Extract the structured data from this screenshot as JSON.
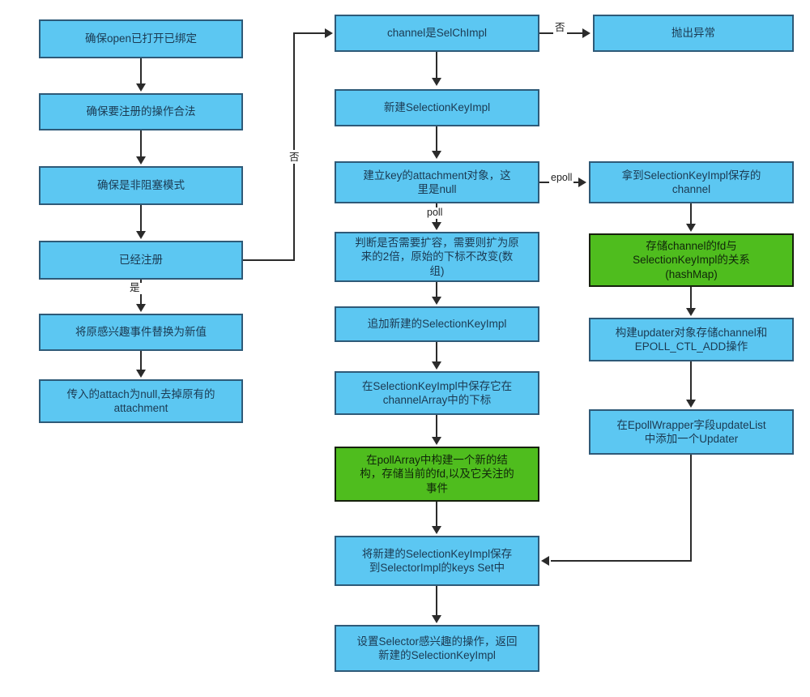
{
  "diagram": {
    "title": "NIO Channel register flowchart",
    "colors": {
      "box_blue_fill": "#5CC7F2",
      "box_blue_border": "#2E5A78",
      "box_green_fill": "#4FBD1E",
      "box_green_border": "#16210D",
      "connector": "#2B2B2B",
      "background": "#FFFFFF"
    },
    "left_column": [
      {
        "id": "ensure-open",
        "label": "确保open已打开已绑定",
        "color": "blue"
      },
      {
        "id": "ensure-op-valid",
        "label": "确保要注册的操作合法",
        "color": "blue"
      },
      {
        "id": "ensure-nonblocking",
        "label": "确保是非阻塞模式",
        "color": "blue"
      },
      {
        "id": "already-registered",
        "label": "已经注册",
        "color": "blue"
      },
      {
        "id": "replace-interest-ops",
        "label": "将原感兴趣事件替换为新值",
        "color": "blue"
      },
      {
        "id": "attach-null",
        "label": "传入的attach为null,去掉原有的\nattachment",
        "color": "blue"
      }
    ],
    "middle_column": [
      {
        "id": "channel-is-selchimpl",
        "label": "channel是SelChImpl",
        "color": "blue"
      },
      {
        "id": "new-selectionkeyimpl",
        "label": "新建SelectionKeyImpl",
        "color": "blue"
      },
      {
        "id": "build-attachment",
        "label": "建立key的attachment对象，这\n里是null",
        "color": "blue"
      },
      {
        "id": "grow-array",
        "label": "判断是否需要扩容，需要则扩为原\n来的2倍，原始的下标不改变(数\n组)",
        "color": "blue"
      },
      {
        "id": "append-new-key",
        "label": "追加新建的SelectionKeyImpl",
        "color": "blue"
      },
      {
        "id": "save-index",
        "label": "在SelectionKeyImpl中保存它在\nchannelArray中的下标",
        "color": "blue"
      },
      {
        "id": "build-pollarray-struct",
        "label": "在pollArray中构建一个新的结\n构，存储当前的fd,以及它关注的\n事件",
        "color": "green"
      },
      {
        "id": "save-to-keys-set",
        "label": "将新建的SelectionKeyImpl保存\n到SelectorImpl的keys Set中",
        "color": "blue"
      },
      {
        "id": "set-interest-return",
        "label": "设置Selector感兴趣的操作，返回\n新建的SelectionKeyImpl",
        "color": "blue"
      }
    ],
    "right_column": [
      {
        "id": "throw-exception",
        "label": "抛出异常",
        "color": "blue"
      },
      {
        "id": "get-channel-from-key",
        "label": "拿到SelectionKeyImpl保存的\nchannel",
        "color": "blue"
      },
      {
        "id": "store-fd-key-hashmap",
        "label": "存储channel的fd与\nSelectionKeyImpl的关系\n(hashMap)",
        "color": "green"
      },
      {
        "id": "build-updater",
        "label": "构建updater对象存储channel和\nEPOLL_CTL_ADD操作",
        "color": "blue"
      },
      {
        "id": "add-updater-to-list",
        "label": "在EpollWrapper字段updateList\n中添加一个Updater",
        "color": "blue"
      }
    ],
    "edge_labels": {
      "no_left_branch": "否",
      "yes_left_branch": "是",
      "no_top_right": "否",
      "epoll": "epoll",
      "poll": "poll"
    }
  }
}
